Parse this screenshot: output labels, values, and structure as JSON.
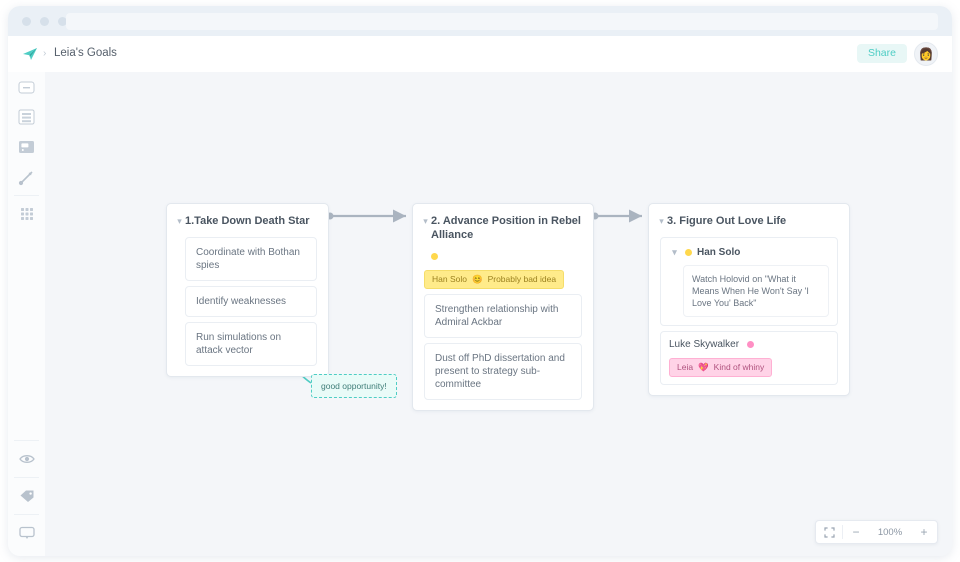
{
  "window": {
    "traffic_lights": [
      "close",
      "minimize",
      "maximize"
    ]
  },
  "header": {
    "logo_icon": "paper-plane-logo",
    "breadcrumb_separator": "›",
    "title": "Leia's Goals",
    "share_label": "Share",
    "avatar_glyph": "👩",
    "accent_color": "#4ecdc4"
  },
  "sidebar": {
    "top_items": [
      {
        "icon": "label-tool-icon",
        "name": "label-tool"
      },
      {
        "icon": "outline-tool-icon",
        "name": "outline-tool"
      },
      {
        "icon": "card-tool-icon",
        "name": "card-tool"
      },
      {
        "icon": "connector-tool-icon",
        "name": "connector-tool"
      },
      {
        "icon": "grid-tool-icon",
        "name": "grid-tool"
      }
    ],
    "bottom_items": [
      {
        "icon": "eye-icon",
        "name": "visibility-toggle"
      },
      {
        "icon": "tag-icon",
        "name": "tags-panel"
      },
      {
        "icon": "comment-icon",
        "name": "comments-panel"
      }
    ]
  },
  "cards": [
    {
      "id": "card1",
      "title": "1.Take Down Death Star",
      "collapse_icon": "chevron-down-icon",
      "items": [
        "Coordinate with Bothan spies",
        "Identify weaknesses",
        "Run simulations on attack vector"
      ]
    },
    {
      "id": "card2",
      "title": "2. Advance Position in Rebel Alliance",
      "collapse_icon": "chevron-down-icon",
      "status_dot_color": "#ffd84d",
      "comment": {
        "author": "Han Solo",
        "emoji": "😊",
        "text": "Probably bad idea"
      },
      "items": [
        "Strengthen relationship with Admiral Ackbar",
        "Dust off PhD dissertation and present to strategy sub-committee"
      ]
    },
    {
      "id": "card3",
      "title": "3. Figure Out Love Life",
      "collapse_icon": "chevron-down-icon",
      "group": {
        "collapse_icon": "chevron-down-icon",
        "dot_color": "#ffd84d",
        "name": "Han Solo",
        "note": "Watch Holovid on \"What it Means When He Won't Say 'I Love You' Back\""
      },
      "person": {
        "name": "Luke Skywalker",
        "dot_color": "#ff8fc4"
      },
      "comment": {
        "author": "Leia",
        "emoji": "💖",
        "text": "Kind of whiny"
      }
    }
  ],
  "annotation": {
    "text": "good opportunity!",
    "color": "#4ecdc4"
  },
  "zoom_controls": {
    "fit_icon": "fit-to-screen-icon",
    "zoom_out_label": "−",
    "level": "100%",
    "zoom_in_label": "+"
  }
}
